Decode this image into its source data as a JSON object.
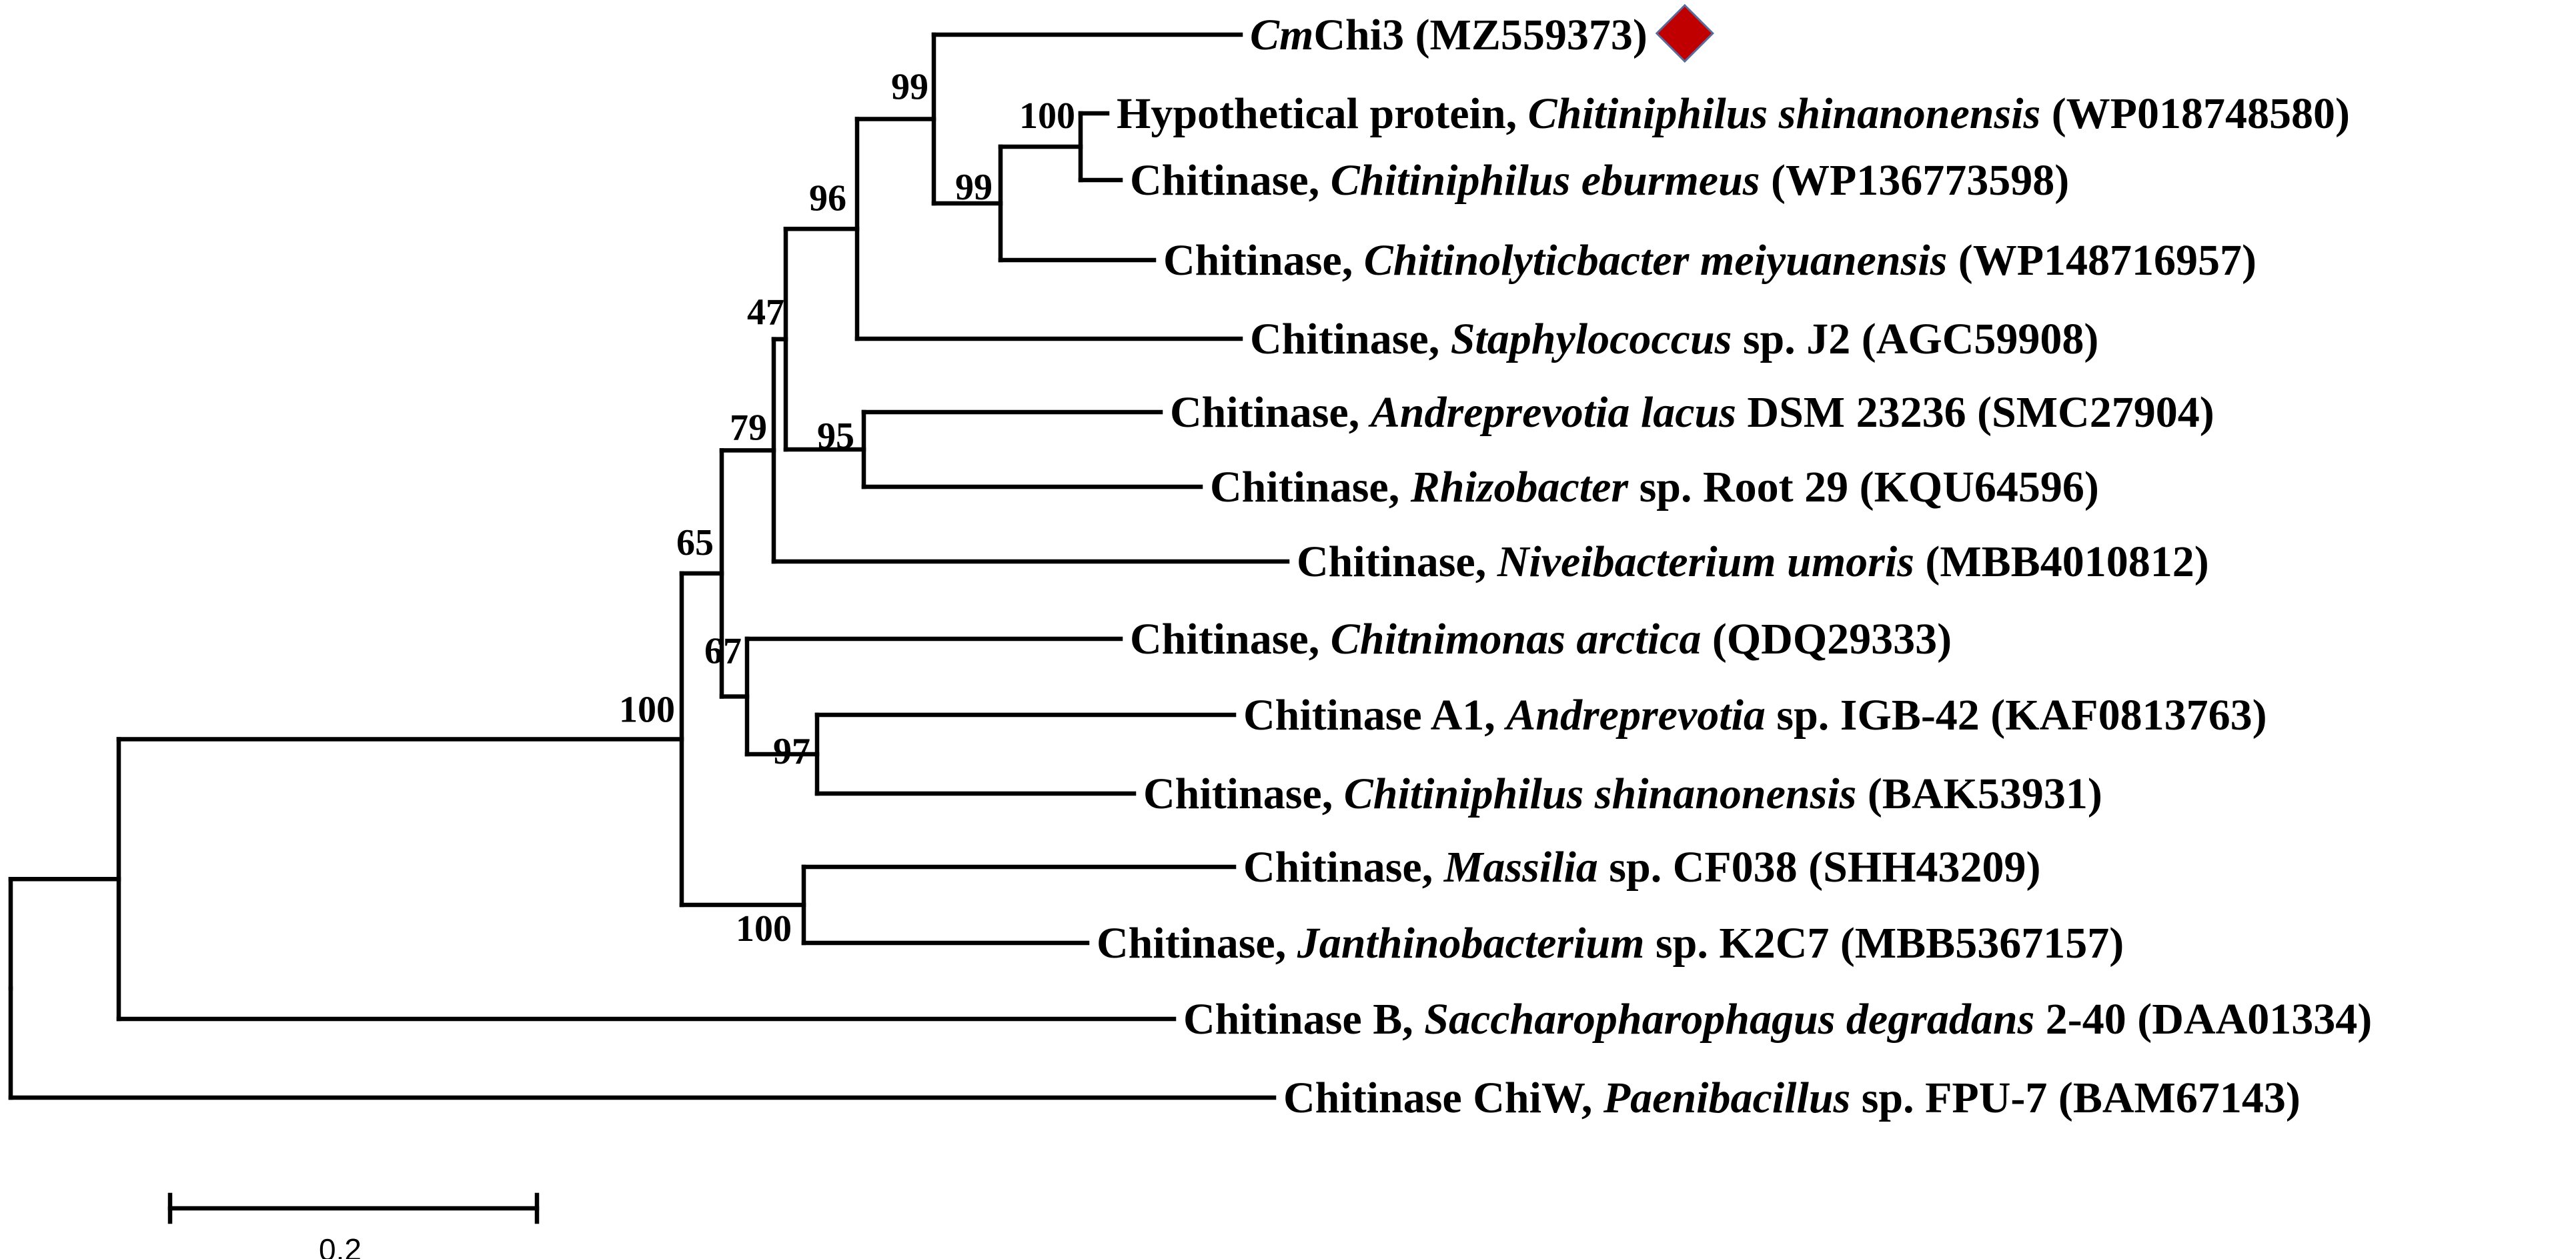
{
  "tree": {
    "leaves": [
      {
        "id": "L0",
        "label": [
          {
            "t": "Cm",
            "i": true
          },
          {
            "t": "Chi3 (MZ559373)",
            "i": false
          }
        ],
        "marker": "diamond"
      },
      {
        "id": "L1",
        "label": [
          {
            "t": "Hypothetical protein, ",
            "i": false
          },
          {
            "t": "Chitiniphilus shinanonensis",
            "i": true
          },
          {
            "t": " (WP018748580)",
            "i": false
          }
        ]
      },
      {
        "id": "L2",
        "label": [
          {
            "t": "Chitinase, ",
            "i": false
          },
          {
            "t": "Chitiniphilus eburmeus",
            "i": true
          },
          {
            "t": " (WP136773598)",
            "i": false
          }
        ]
      },
      {
        "id": "L3",
        "label": [
          {
            "t": "Chitinase, ",
            "i": false
          },
          {
            "t": "Chitinolyticbacter meiyuanensis",
            "i": true
          },
          {
            "t": " (WP148716957)",
            "i": false
          }
        ]
      },
      {
        "id": "L4",
        "label": [
          {
            "t": "Chitinase, ",
            "i": false
          },
          {
            "t": "Staphylococcus",
            "i": true
          },
          {
            "t": " sp. J2 (AGC59908)",
            "i": false
          }
        ]
      },
      {
        "id": "L5",
        "label": [
          {
            "t": "Chitinase, ",
            "i": false
          },
          {
            "t": "Andreprevotia lacus",
            "i": true
          },
          {
            "t": " DSM 23236 (SMC27904)",
            "i": false
          }
        ]
      },
      {
        "id": "L6",
        "label": [
          {
            "t": "Chitinase, ",
            "i": false
          },
          {
            "t": "Rhizobacter",
            "i": true
          },
          {
            "t": " sp. Root 29 (KQU64596)",
            "i": false
          }
        ]
      },
      {
        "id": "L7",
        "label": [
          {
            "t": "Chitinase, ",
            "i": false
          },
          {
            "t": "Niveibacterium umoris",
            "i": true
          },
          {
            "t": " (MBB4010812)",
            "i": false
          }
        ]
      },
      {
        "id": "L8",
        "label": [
          {
            "t": "Chitinase, ",
            "i": false
          },
          {
            "t": "Chitnimonas arctica",
            "i": true
          },
          {
            "t": " (QDQ29333)",
            "i": false
          }
        ]
      },
      {
        "id": "L9",
        "label": [
          {
            "t": "Chitinase A1, ",
            "i": false
          },
          {
            "t": "Andreprevotia",
            "i": true
          },
          {
            "t": " sp. IGB-42 (KAF0813763)",
            "i": false
          }
        ]
      },
      {
        "id": "L10",
        "label": [
          {
            "t": "Chitinase, ",
            "i": false
          },
          {
            "t": "Chitiniphilus shinanonensis",
            "i": true
          },
          {
            "t": " (BAK53931)",
            "i": false
          }
        ]
      },
      {
        "id": "L11",
        "label": [
          {
            "t": "Chitinase, ",
            "i": false
          },
          {
            "t": "Massilia",
            "i": true
          },
          {
            "t": " sp. CF038 (SHH43209)",
            "i": false
          }
        ]
      },
      {
        "id": "L12",
        "label": [
          {
            "t": "Chitinase, ",
            "i": false
          },
          {
            "t": "Janthinobacterium",
            "i": true
          },
          {
            "t": " sp. K2C7 (MBB5367157)",
            "i": false
          }
        ]
      },
      {
        "id": "L13",
        "label": [
          {
            "t": "Chitinase B, ",
            "i": false
          },
          {
            "t": "Saccharopharophagus degradans",
            "i": true
          },
          {
            "t": " 2-40 (DAA01334)",
            "i": false
          }
        ]
      },
      {
        "id": "L14",
        "label": [
          {
            "t": "Chitinase ChiW, ",
            "i": false
          },
          {
            "t": "Paenibacillus",
            "i": true
          },
          {
            "t": " sp. FPU-7 (BAM67143)",
            "i": false
          }
        ]
      }
    ],
    "bootstrap": {
      "n_cm_hyp_ebu_mei": "99",
      "n_hyp_ebu": "100",
      "n_hyp_ebu_mei": "99",
      "n_with_staph": "96",
      "n_with_andre_rhizo": "47",
      "n_andre_rhizo": "95",
      "n_with_nivei": "79",
      "n_upper_clade": "65",
      "n_arctica_group": "67",
      "n_a1_shin": "97",
      "n_massilia_janthino": "100",
      "n_ingroup": "100"
    },
    "scale": {
      "value": "0.2",
      "length": 0.2
    },
    "marker_color": "#C00000"
  }
}
